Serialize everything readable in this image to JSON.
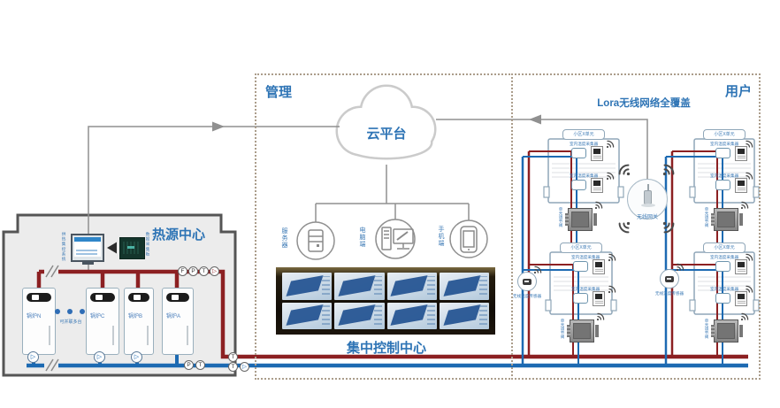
{
  "management": {
    "label": "管理"
  },
  "user": {
    "label": "用户",
    "wireless_title": "Lora无线网络全覆盖",
    "gateway_label": "无线网关",
    "sensor_label": "无线温度传感器",
    "building_label": "小区X单元",
    "collector_label": "室内温度采集器",
    "valve_label": "单元调节阀"
  },
  "cloud": {
    "label": "云平台"
  },
  "clients": [
    {
      "label": "服务器"
    },
    {
      "label": "电脑端"
    },
    {
      "label": "手机端"
    }
  ],
  "control_center": {
    "caption": "集中控制中心"
  },
  "heat_source": {
    "title": "热源中心",
    "hmi_label": "供热集控系统",
    "board_label": "数据采集板",
    "parallel_note": "可并联多台",
    "boilers": [
      {
        "name": "锅炉N"
      },
      {
        "name": "锅炉C"
      },
      {
        "name": "锅炉B"
      },
      {
        "name": "锅炉A"
      }
    ],
    "supply_sensors": [
      "F",
      "P",
      "T"
    ],
    "return_sensors": [
      "P",
      "T"
    ],
    "exit_supply_sensor": "T",
    "exit_return_sensors": [
      "T",
      "▷"
    ],
    "pump_symbol": "▷"
  },
  "colors": {
    "supply_pipe": "#8c2022",
    "return_pipe": "#1d6ab2",
    "accent_blue": "#2e74b5",
    "line_gray": "#909090"
  }
}
